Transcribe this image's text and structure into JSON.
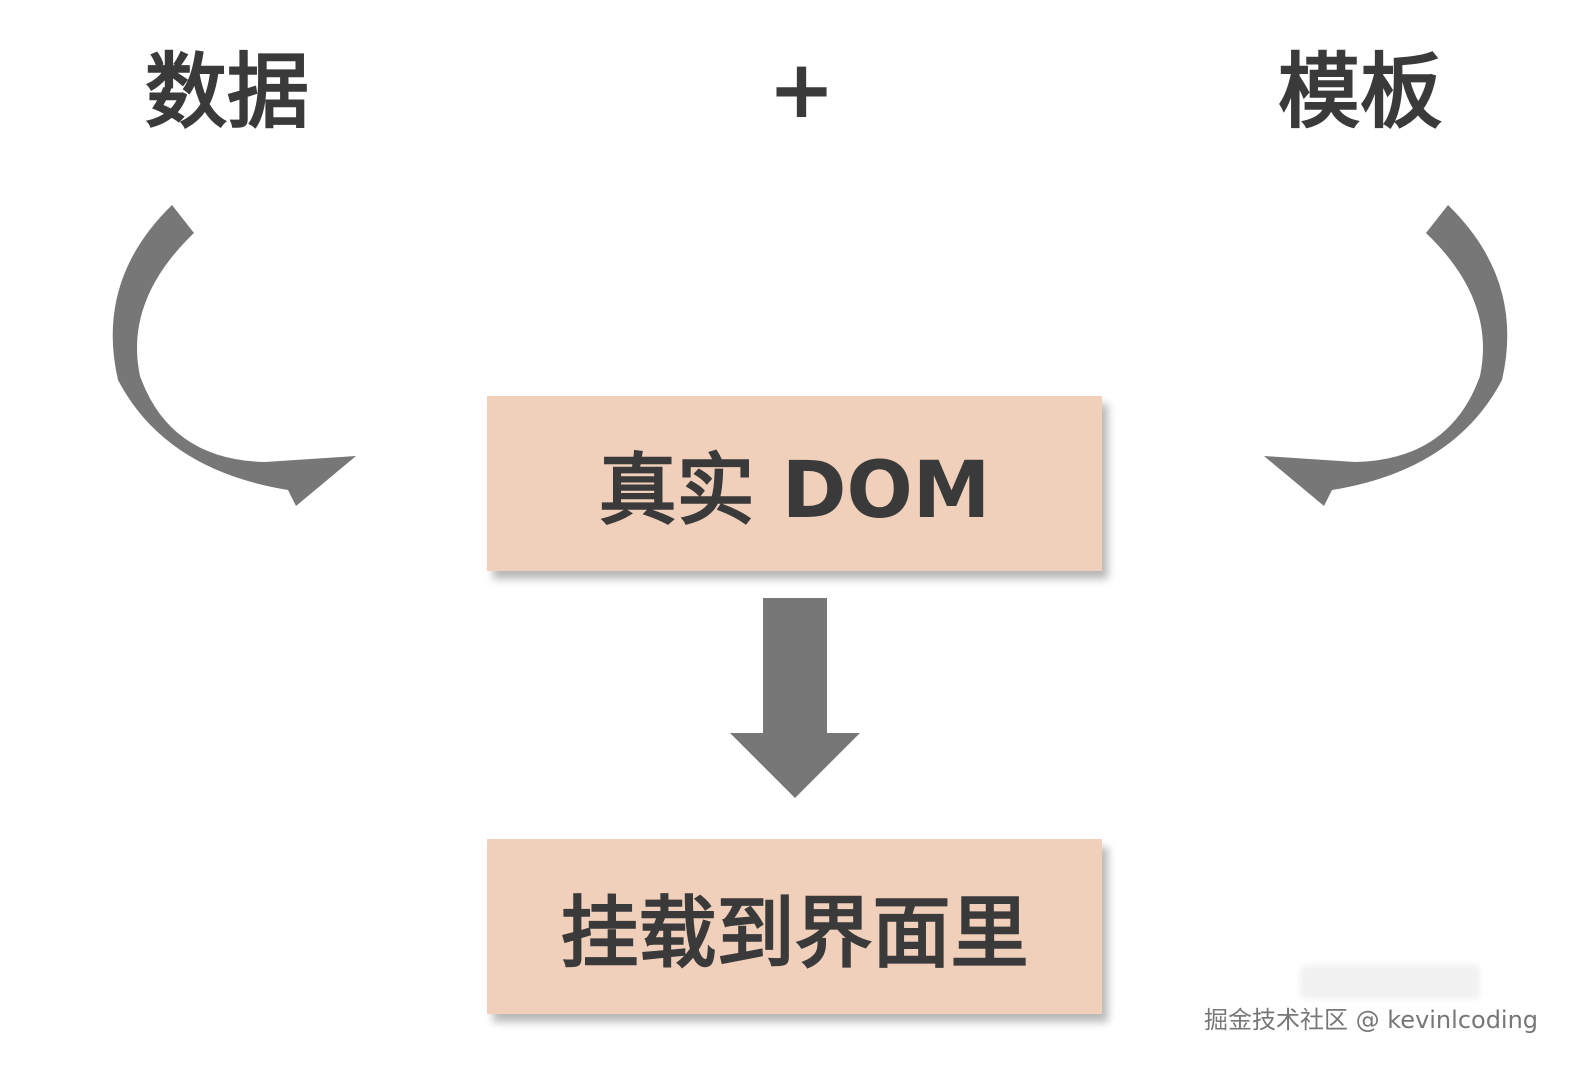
{
  "labels": {
    "data": "数据",
    "plus": "+",
    "template": "模板"
  },
  "boxes": {
    "real_dom": "真实 DOM",
    "mount": "挂载到界面里"
  },
  "watermark": "掘金技术社区 @ kevinlcoding",
  "colors": {
    "box_fill": "#f0cfbb",
    "arrow_fill": "#777777",
    "text": "#3a3a3a"
  }
}
